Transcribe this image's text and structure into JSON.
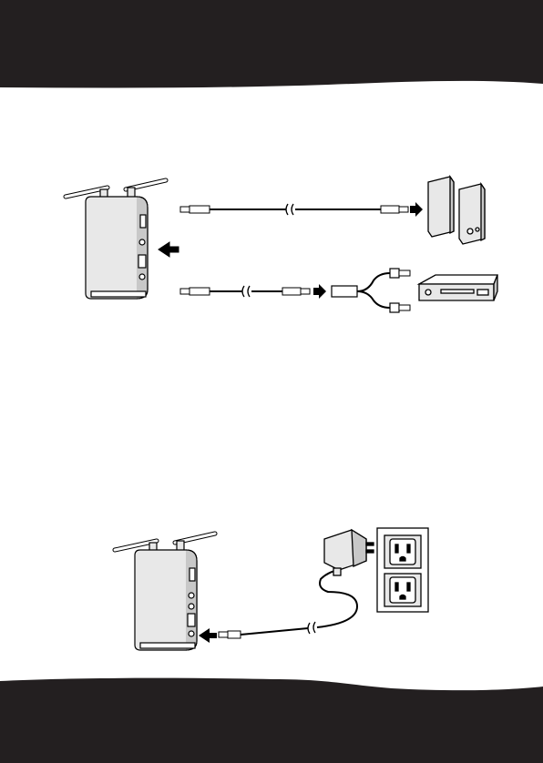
{
  "colors": {
    "band": "#231f20",
    "line": "#000000",
    "device_body": "#e8e8e8",
    "device_shade": "#c8c8c8",
    "page": "#ffffff"
  },
  "illustrations": {
    "audio": {
      "items": [
        "transmitter-unit",
        "audio-cable-to-speakers",
        "computer-speakers",
        "audio-cable-to-adapter",
        "rca-y-adapter",
        "audio-source-device"
      ],
      "icons": [
        "input-arrow-icon",
        "connect-arrow-icon"
      ]
    },
    "power": {
      "items": [
        "transmitter-unit",
        "ac-power-adapter",
        "wall-outlet"
      ],
      "icons": [
        "power-jack-arrow-icon"
      ]
    }
  }
}
